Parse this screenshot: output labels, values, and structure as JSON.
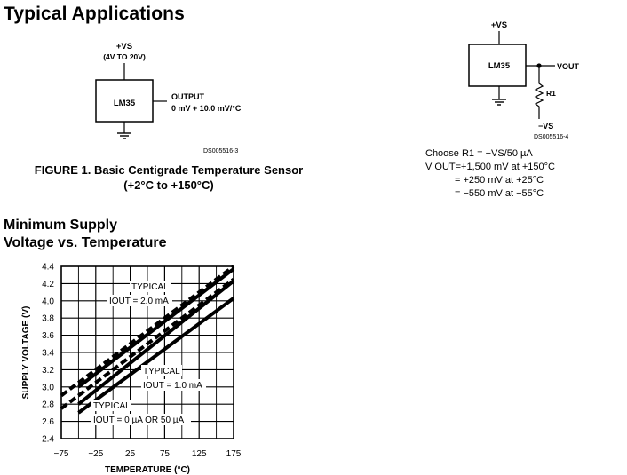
{
  "page": {
    "title": "Typical Applications"
  },
  "figure1": {
    "supply": "+VS",
    "supply_range": "(4V TO 20V)",
    "chip": "LM35",
    "output_label": "OUTPUT",
    "output_range": "0 mV + 10.0 mV/°C",
    "ds_code": "DS005516-3",
    "caption_line1": "FIGURE 1. Basic Centigrade Temperature Sensor",
    "caption_line2": "(+2°C to +150°C)"
  },
  "figure2": {
    "supply": "+VS",
    "chip": "LM35",
    "vout_label": "VOUT",
    "r1_label": "R1",
    "neg_supply": "−VS",
    "ds_code": "DS005516-4",
    "note_line1": "Choose R1 = −VS/50 µA",
    "note_line2": "V OUT=+1,500 mV at +150°C",
    "note_line3": "= +250 mV at +25°C",
    "note_line4": "= −550 mV at −55°C"
  },
  "graph": {
    "heading_line1": "Minimum Supply",
    "heading_line2": "Voltage vs. Temperature"
  },
  "chart_data": {
    "type": "line",
    "xlabel": "TEMPERATURE (°C)",
    "ylabel": "SUPPLY VOLTAGE (V)",
    "xlim": [
      -75,
      175
    ],
    "ylim": [
      2.4,
      4.4
    ],
    "x_ticks": [
      "−75",
      "−25",
      "25",
      "75",
      "125",
      "175"
    ],
    "y_ticks": [
      "2.4",
      "2.6",
      "2.8",
      "3.0",
      "3.2",
      "3.4",
      "3.6",
      "3.8",
      "4.0",
      "4.2",
      "4.4"
    ],
    "grid": true,
    "series": [
      {
        "name": "TYPICAL IOUT = 2.0 mA",
        "style": "solid",
        "x": [
          -50,
          175
        ],
        "y": [
          3.0,
          4.37
        ]
      },
      {
        "name": "TYPICAL IOUT = 1.0 mA",
        "style": "solid",
        "x": [
          -50,
          175
        ],
        "y": [
          2.8,
          4.23
        ]
      },
      {
        "name": "TYPICAL IOUT = 0 µA OR 50 µA",
        "style": "solid",
        "x": [
          -50,
          175
        ],
        "y": [
          2.7,
          4.03
        ]
      },
      {
        "name": "",
        "style": "dashed",
        "x": [
          -75,
          175
        ],
        "y": [
          2.9,
          4.4
        ]
      },
      {
        "name": "",
        "style": "dashed",
        "x": [
          -75,
          175
        ],
        "y": [
          2.75,
          4.25
        ]
      }
    ],
    "annotations": [
      {
        "line1": "TYPICAL",
        "line2": "IOUT = 2.0 mA"
      },
      {
        "line1": "TYPICAL",
        "line2": "IOUT = 1.0 mA"
      },
      {
        "line1": "TYPICAL",
        "line2": "IOUT = 0 µA OR 50 µA"
      }
    ]
  }
}
